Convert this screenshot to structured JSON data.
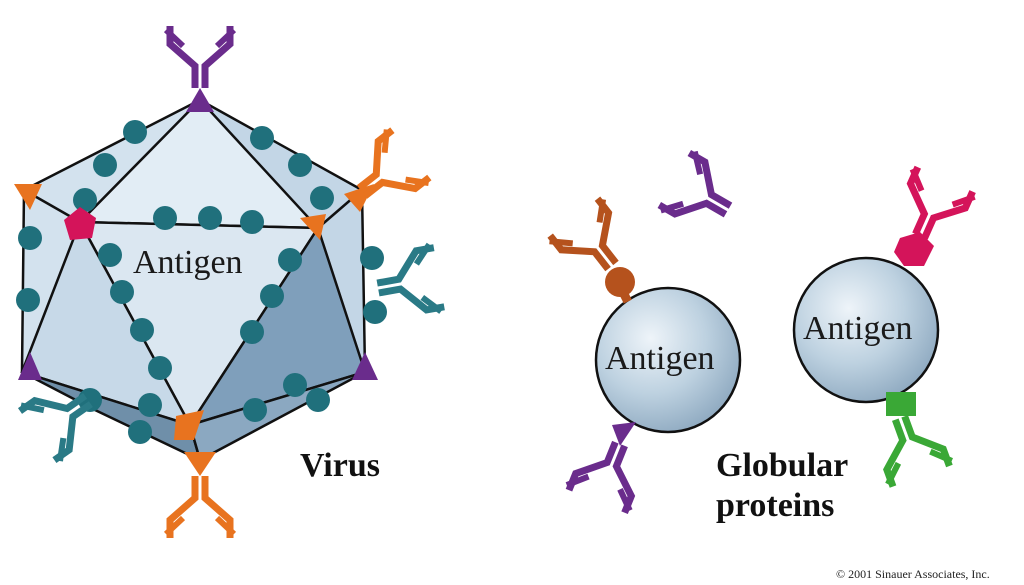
{
  "labels": {
    "virus_antigen": "Antigen",
    "sphere1_antigen": "Antigen",
    "sphere2_antigen": "Antigen",
    "virus_caption": "Virus",
    "globular_line1": "Globular",
    "globular_line2": "proteins",
    "copyright": "© 2001 Sinauer Associates, Inc."
  },
  "colors": {
    "purple": "#6a2c8c",
    "orange": "#e8731f",
    "teal": "#2a7a86",
    "crimson": "#d4145a",
    "brown": "#b5521d",
    "green": "#3aa836",
    "face_light": "#dde9f2",
    "face_mid": "#b8cfe0",
    "face_dark": "#7f9fbb",
    "sphere": "#b9cedd",
    "outline": "#111111"
  }
}
